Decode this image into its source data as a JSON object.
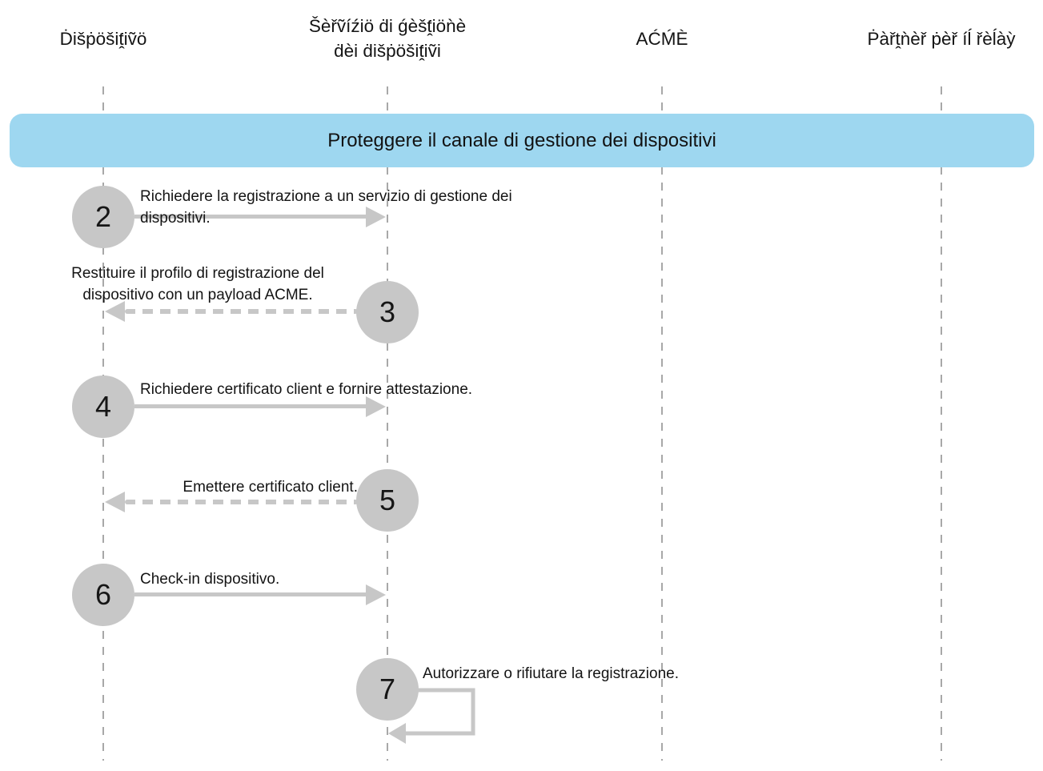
{
  "diagram": {
    "type": "sequence-diagram",
    "language": "it",
    "banner": {
      "label": "Proteggere il canale di gestione dei dispositivi"
    },
    "lifelines": [
      {
        "id": "device",
        "label": "Ḋišṗöšiṱ̇iṽö"
      },
      {
        "id": "device-management-service",
        "label": "Šèřṽíźiö ḋi ǵèšṱ̇iöǹè\nḋèi ḋišṗöšiṱ̇iṽi"
      },
      {
        "id": "acme",
        "label": "AĆḾÈ"
      },
      {
        "id": "relay-partner",
        "label": "Ṗàřṱǹèř ṗèř íĺ řèĺàỳ"
      }
    ],
    "steps": [
      {
        "number": "2",
        "text": "Richiedere la registrazione a un servizio di gestione dei\ndispositivi.",
        "from": "device",
        "to": "device-management-service",
        "arrow_style": "solid"
      },
      {
        "number": "3",
        "text": "Restituire il profilo di registrazione del\ndispositivo con un payload ACME.",
        "from": "device-management-service",
        "to": "device",
        "arrow_style": "dashed"
      },
      {
        "number": "4",
        "text": "Richiedere certificato client e fornire attestazione.",
        "from": "device",
        "to": "device-management-service",
        "arrow_style": "solid"
      },
      {
        "number": "5",
        "text": "Emettere certificato client.",
        "from": "device-management-service",
        "to": "device",
        "arrow_style": "dashed"
      },
      {
        "number": "6",
        "text": "Check-in dispositivo.",
        "from": "device",
        "to": "device-management-service",
        "arrow_style": "solid"
      },
      {
        "number": "7",
        "text": "Autorizzare o rifiutare la registrazione.",
        "from": "device-management-service",
        "to": "device-management-service",
        "arrow_style": "self-loop"
      }
    ],
    "colors": {
      "banner_blue": "#9ED7F0",
      "shape_gray": "#C7C7C7",
      "lifeline_gray": "#A8A8A8",
      "text": "#141414"
    }
  }
}
